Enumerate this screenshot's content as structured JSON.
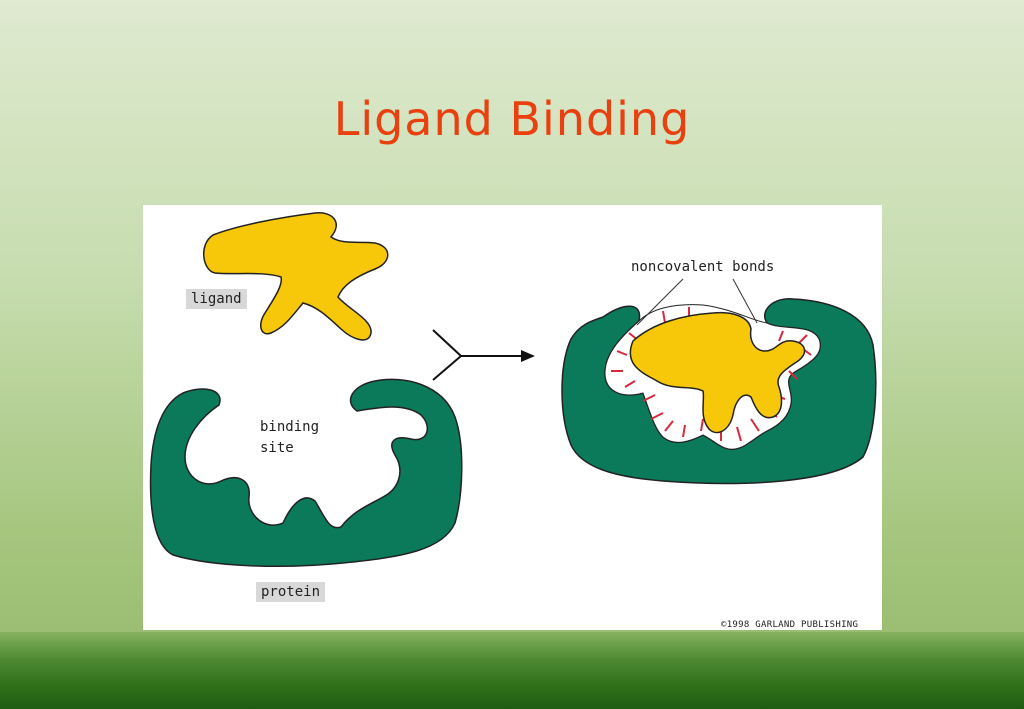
{
  "slide": {
    "title": "Ligand Binding"
  },
  "figure": {
    "labels": {
      "ligand": "ligand",
      "binding_site_line1": "binding",
      "binding_site_line2": "site",
      "protein": "protein",
      "noncovalent_bonds": "noncovalent bonds"
    },
    "copyright": "©1998 GARLAND PUBLISHING",
    "colors": {
      "ligand": "#f7c80a",
      "protein": "#0a7a5a",
      "bonds": "#d8283c",
      "title": "#e8400f"
    }
  }
}
